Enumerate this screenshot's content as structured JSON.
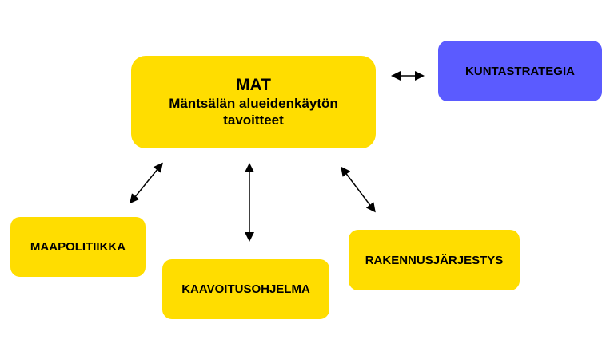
{
  "mat": {
    "title": "MAT",
    "subtitle": "Mäntsälän alueidenkäytön tavoitteet"
  },
  "nodes": {
    "kuntastrategia": "KUNTASTRATEGIA",
    "maapolitiikka": "MAAPOLITIIKKA",
    "kaavoitusohjelma": "KAAVOITUSOHJELMA",
    "rakennusjarjestys": "RAKENNUSJÄRJESTYS"
  },
  "colors": {
    "yellow": "#FFDD00",
    "blue": "#5B5BFF"
  }
}
